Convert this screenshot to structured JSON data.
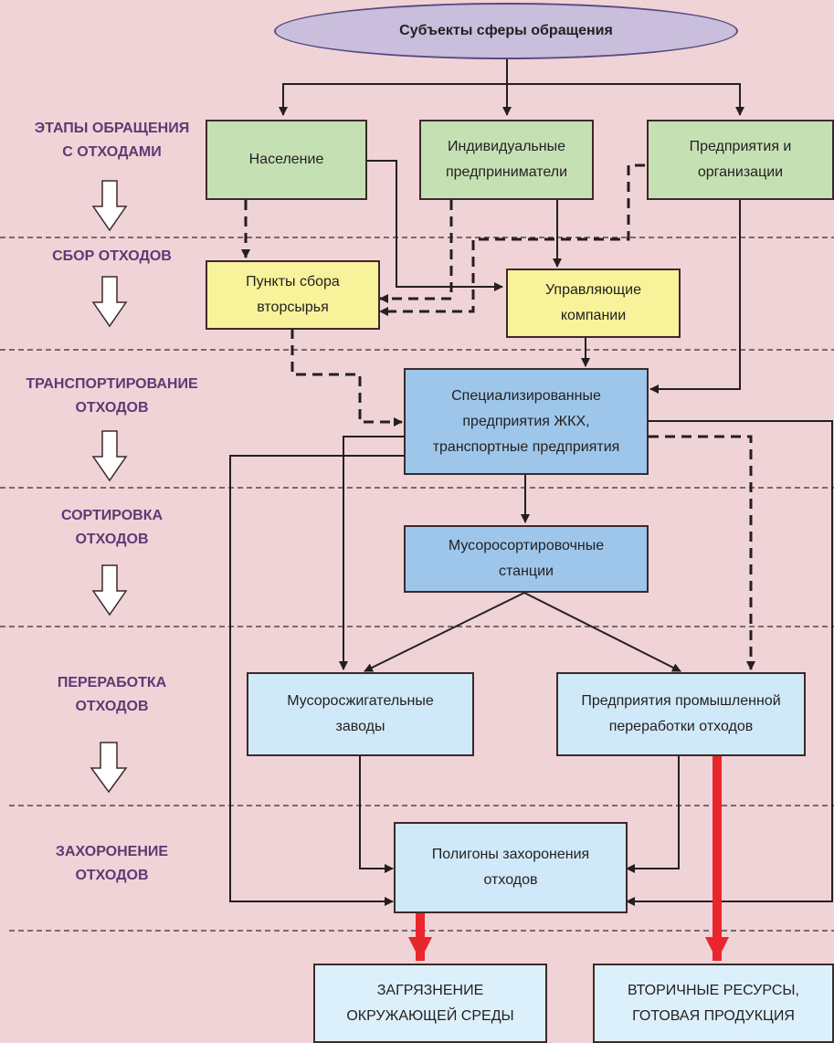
{
  "title": "Субъекты сферы обращения",
  "stages": [
    {
      "id": "stage-1",
      "label": "ЭТАПЫ ОБРАЩЕНИЯ\nС ОТХОДАМИ"
    },
    {
      "id": "stage-2",
      "label": "СБОР ОТХОДОВ"
    },
    {
      "id": "stage-3",
      "label": "ТРАНСПОРТИРОВАНИЕ\nОТХОДОВ"
    },
    {
      "id": "stage-4",
      "label": "СОРТИРОВКА\nОТХОДОВ"
    },
    {
      "id": "stage-5",
      "label": "ПЕРЕРАБОТКА\nОТХОДОВ"
    },
    {
      "id": "stage-6",
      "label": "ЗАХОРОНЕНИЕ\nОТХОДОВ"
    }
  ],
  "nodes": {
    "population": "Население",
    "entrepreneurs": "Индивидуальные\nпредприниматели",
    "organizations": "Предприятия и\nорганизации",
    "collection_points": "Пункты сбора\nвторсырья",
    "management": "Управляющие\nкомпании",
    "specialized": "Специализированные\nпредприятия ЖКХ,\nтранспортные предприятия",
    "sorting": "Мусоросортировочные\nстанции",
    "incineration": "Мусоросжигательные\nзаводы",
    "processing": "Предприятия промышленной\nпереработки отходов",
    "landfill": "Полигоны захоронения\nотходов",
    "pollution": "ЗАГРЯЗНЕНИЕ\nОКРУЖАЮЩЕЙ СРЕДЫ",
    "resources": "ВТОРИЧНЫЕ РЕСУРСЫ,\nГОТОВАЯ ПРОДУКЦИЯ"
  },
  "colors": {
    "background": "#f0d3d6",
    "stage_text": "#5c3a75",
    "subjects": "#c5e1b4",
    "collection": "#f8f29a",
    "transport": "#9dc6ea",
    "processing": "#cfe9f8",
    "highlight_arrow": "#e8262c"
  }
}
